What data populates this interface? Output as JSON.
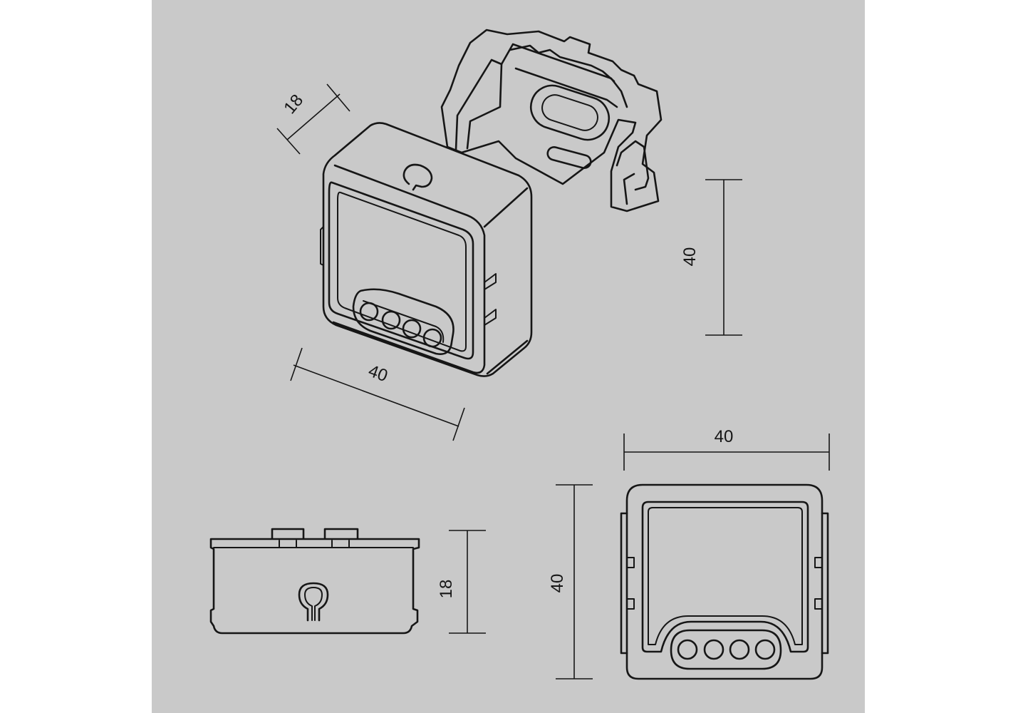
{
  "colors": {
    "background": "#c9c9c9",
    "margin": "#ffffff",
    "line": "#161616"
  },
  "dimensions": {
    "iso_depth": "18",
    "iso_width": "40",
    "iso_height": "40",
    "side_height": "18",
    "front_width": "40",
    "front_height": "40"
  }
}
